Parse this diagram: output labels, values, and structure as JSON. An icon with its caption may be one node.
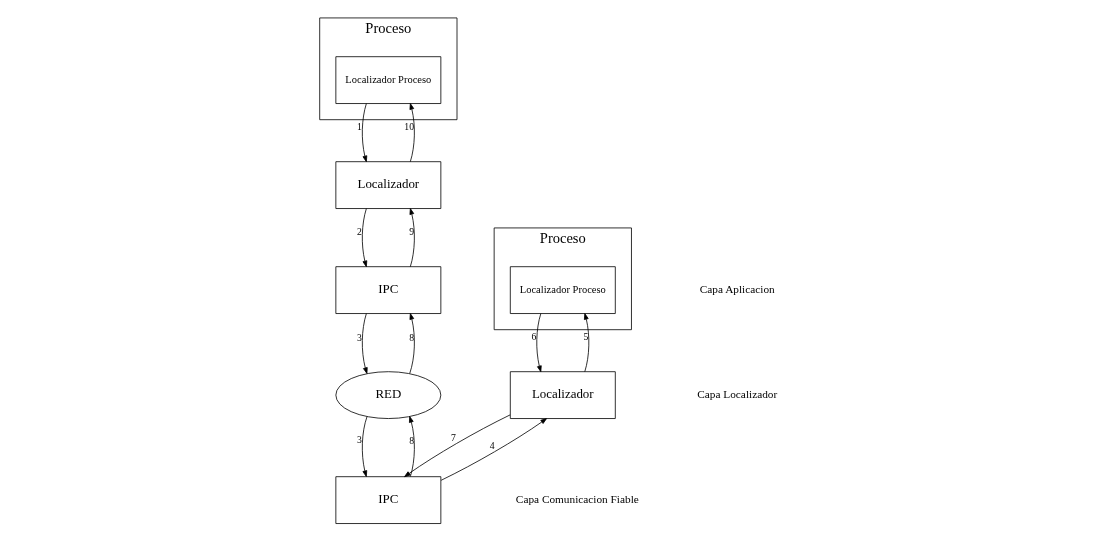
{
  "diagram": {
    "nodes": [
      {
        "text": [
          "Proceso"
        ]
      },
      {
        "text": [
          "Localizador Proceso"
        ],
        "in": 0
      },
      {
        "text": [
          "Localizador"
        ]
      },
      {
        "text": [
          "IPC"
        ]
      },
      {
        "text": [
          "RED"
        ]
      },
      {
        "text": [
          "IPC"
        ]
      },
      {
        "text": [
          "Localizador"
        ]
      },
      {
        "text": [
          "Proceso"
        ]
      },
      {
        "text": [
          "Localizador Proceso"
        ],
        "in": 7
      }
    ],
    "edges": [
      {
        "from": 1,
        "to": 2,
        "arrow": "to",
        "label": "1"
      },
      {
        "from": 2,
        "to": 3,
        "arrow": "to",
        "label": "2"
      },
      {
        "from": 3,
        "to": 4,
        "arrow": "to",
        "label": "3"
      },
      {
        "from": 4,
        "to": 5,
        "arrow": "to",
        "label": "3"
      },
      {
        "from": 5,
        "to": 6,
        "arrow": "to",
        "label": "4"
      },
      {
        "from": 6,
        "to": 8,
        "arrow": "to",
        "label": "5"
      },
      {
        "from": 8,
        "to": 6,
        "arrow": "to",
        "label": "6"
      },
      {
        "from": 6,
        "to": 5,
        "arrow": "to",
        "label": "7"
      },
      {
        "from": 5,
        "to": 4,
        "arrow": "to",
        "label": "8"
      },
      {
        "from": 4,
        "to": 3,
        "arrow": "to",
        "label": "8"
      },
      {
        "from": 3,
        "to": 2,
        "arrow": "to",
        "label": "9"
      },
      {
        "from": 2,
        "to": 1,
        "arrow": "to",
        "label": "10"
      }
    ],
    "labels": [
      "Capa Aplicacion",
      "Capa Localizador",
      "Capa Comunicacion Fiable"
    ]
  }
}
